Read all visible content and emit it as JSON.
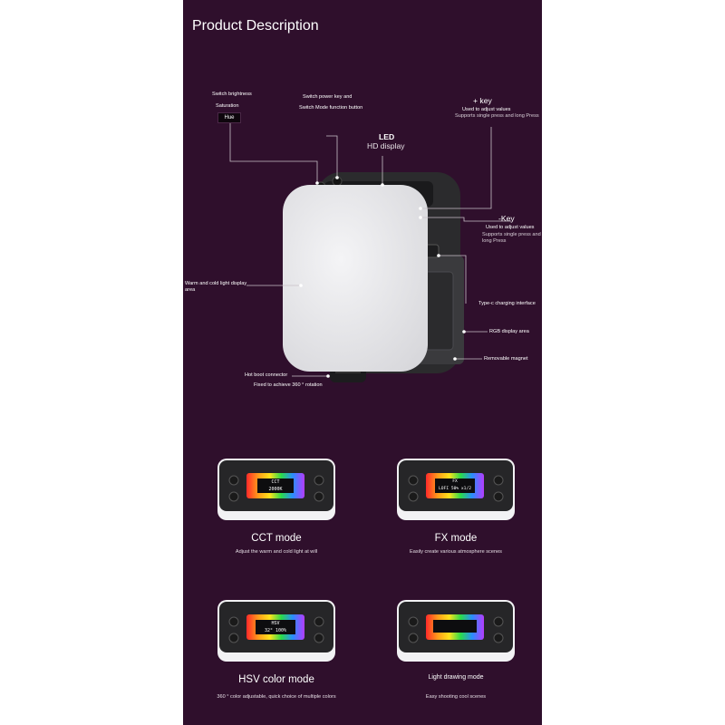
{
  "header": {
    "title": "Product Description"
  },
  "diagram": {
    "labels": {
      "switch_brightness": "Switch brightness",
      "saturation": "Saturation",
      "hue": "Hue",
      "power_key_line1": "Switch power key and",
      "power_key_line2": "Switch Mode function button",
      "led": "LED",
      "hd_display": "HD display",
      "plus_key": "+ key",
      "plus_key_desc1": "Used to adjust values",
      "plus_key_desc2": "Supports single press and long Press",
      "minus_key": "-Key",
      "minus_key_desc1": "Used to adjust values",
      "minus_key_desc2": "Supports single press and",
      "minus_key_desc3": "long Press",
      "warm_cold_line1": "Warm and cold light display",
      "warm_cold_line2": "area",
      "typec": "Type-c charging interface",
      "rgb_area": "RGB display area",
      "magnet": "Removable magnet",
      "hot_boot": "Hot boot connector",
      "rotation": "Fixed to achieve 360 ° rotation"
    }
  },
  "modes": [
    {
      "title": "CCT mode",
      "desc": "Adjust the warm and cold light at will",
      "screen_text": "CCT",
      "screen_sub": "2000K"
    },
    {
      "title": "FX mode",
      "desc": "Easily create various atmosphere scenes",
      "screen_text": "FX",
      "screen_sub": "LOFI 50% x1/2"
    },
    {
      "title": "HSV color mode",
      "desc": "360 ° color adjustable, quick choice of multiple colors",
      "screen_text": "HSV",
      "screen_sub": "32° 100%"
    },
    {
      "title": "Light drawing mode",
      "desc": "Easy shooting cool scenes",
      "screen_text": "",
      "screen_sub": ""
    }
  ],
  "colors": {
    "background": "#2f0f2c",
    "panel_face": "#e9e9ec",
    "body": "#2b2b2d"
  }
}
